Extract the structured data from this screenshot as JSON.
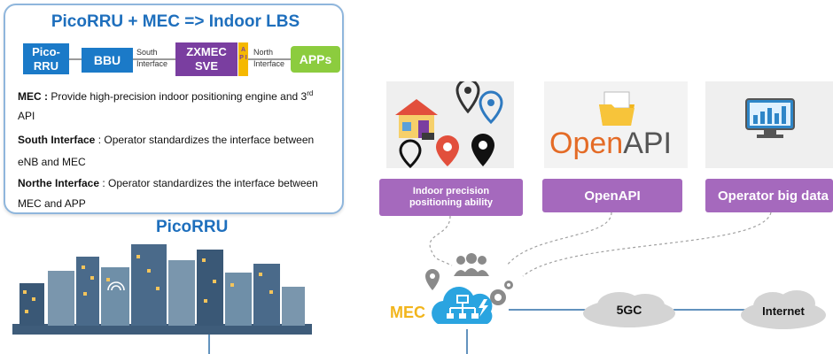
{
  "info": {
    "title": "PicoRRU + MEC => Indoor LBS",
    "blocks": {
      "picorru_line1": "Pico-",
      "picorru_line2": "RRU",
      "bbu": "BBU",
      "zxmec_line1": "ZXMEC",
      "zxmec_line2": "SVE",
      "api_letters": "A P I",
      "apps": "APPs",
      "south_line1": "South",
      "south_line2": "Interface",
      "north_line1": "North",
      "north_line2": "Interface"
    },
    "desc": {
      "mec_label": "MEC :",
      "mec_text": "Provide high-precision indoor positioning engine and 3",
      "mec_sup": "rd",
      "mec_cont": "API",
      "south_label": "South Interface",
      "south_text": ": Operator standardizes the interface between",
      "south_cont": "eNB and MEC",
      "north_label": "Northe Interface",
      "north_text": ": Operator standardizes the interface between",
      "north_cont": "MEC  and APP"
    }
  },
  "picorru_heading": "PicoRRU",
  "cards": {
    "indoor_line1": "Indoor precision",
    "indoor_line2": "positioning ability",
    "openapi": "OpenAPI",
    "bigdata": "Operator big data",
    "openapi_logo_open": "Open",
    "openapi_logo_api": "API"
  },
  "network": {
    "mec": "MEC",
    "fivegc": "5GC",
    "internet": "Internet"
  },
  "colors": {
    "blue": "#1b7ac8",
    "purple_block": "#7a3ea0",
    "green": "#8ccc3e",
    "purple_btn": "#a569bd",
    "title_blue": "#1e6fbd",
    "mec_orange": "#f2b51c"
  }
}
